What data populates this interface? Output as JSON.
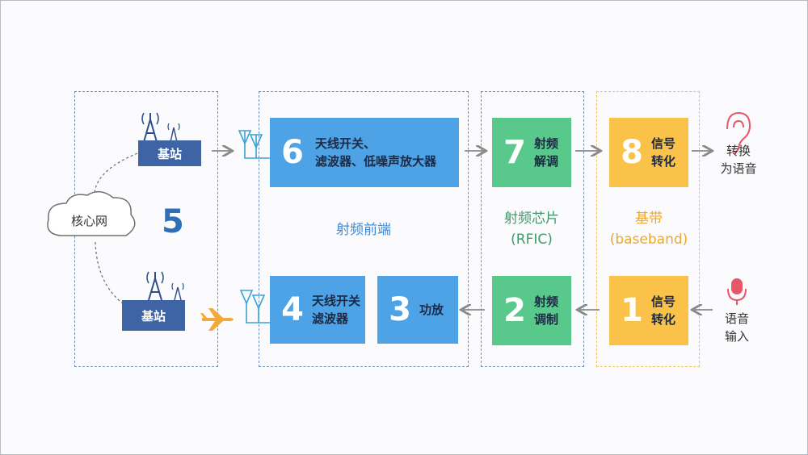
{
  "core": {
    "network_label": "核心网",
    "number": "5",
    "station_top": "基站",
    "station_bottom": "基站"
  },
  "rf_front_end": {
    "caption": "射频前端",
    "box6": {
      "number": "6",
      "line1": "天线开关、",
      "line2": "滤波器、低噪声放大器"
    },
    "box4": {
      "number": "4",
      "line1": "天线开关",
      "line2": "滤波器"
    },
    "box3": {
      "number": "3",
      "line1": "功放"
    }
  },
  "rfic": {
    "caption_line1": "射频芯片",
    "caption_line2": "(RFIC)",
    "box7": {
      "number": "7",
      "line1": "射频",
      "line2": "解调"
    },
    "box2": {
      "number": "2",
      "line1": "射频",
      "line2": "调制"
    }
  },
  "baseband": {
    "caption_line1": "基带",
    "caption_line2": "(baseband)",
    "box8": {
      "number": "8",
      "line1": "信号",
      "line2": "转化"
    },
    "box1": {
      "number": "1",
      "line1": "信号",
      "line2": "转化"
    }
  },
  "endpoints": {
    "output_line1": "转换",
    "output_line2": "为语音",
    "input_line1": "语音",
    "input_line2": "输入"
  },
  "colors": {
    "blue": "#4da3e6",
    "green": "#58c98a",
    "yellow": "#fbc24a",
    "navy": "#3f64a6",
    "arrow": "#8a8a8a"
  },
  "icons": [
    "antenna-tower-icon",
    "antenna-icon",
    "cloud-icon",
    "airplane-icon",
    "ear-icon",
    "microphone-icon",
    "arrow-right-icon",
    "arrow-left-icon"
  ]
}
